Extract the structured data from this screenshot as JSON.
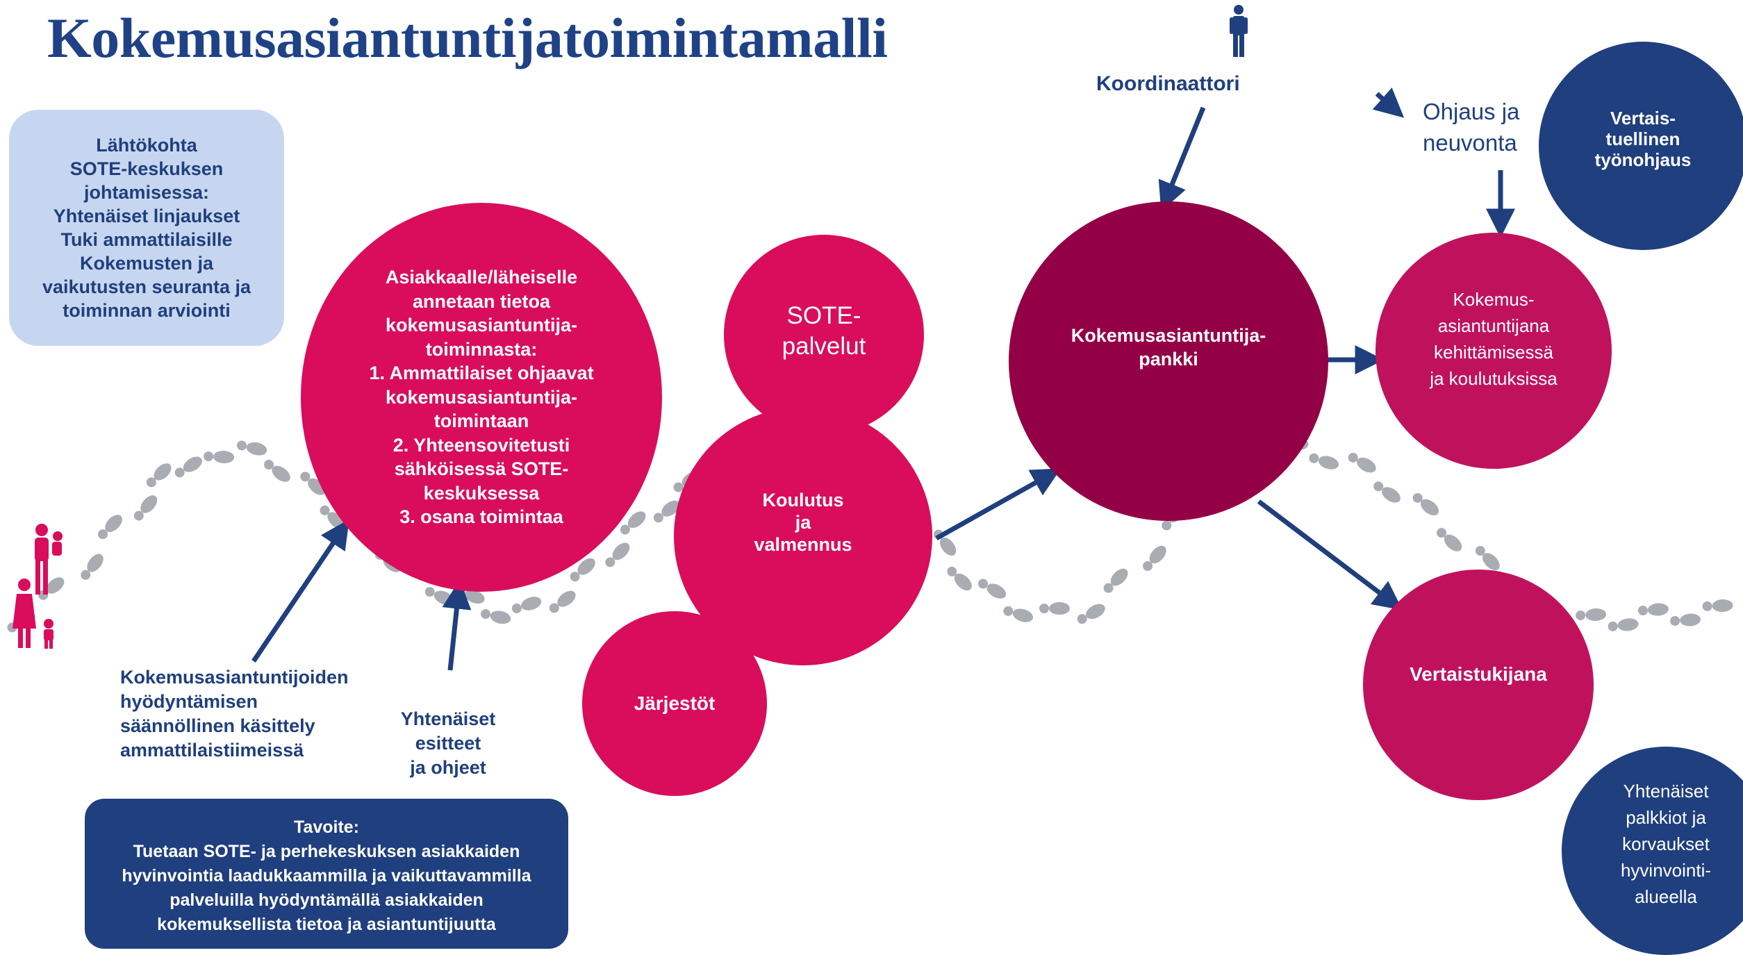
{
  "title": "Kokemusasiantuntijatoimintamalli",
  "colors": {
    "title_navy": "#1f4287",
    "navy": "#1f3f7e",
    "pink": "#d90d5b",
    "pink_dark": "#c0125c",
    "maroon": "#940046",
    "light_blue": "#c7d6f0",
    "footprints": "#a9acb3"
  },
  "icons": [
    "person-icon",
    "family-icon",
    "footprints-icon",
    "arrow-icon"
  ],
  "start_box": "Lähtökohta\nSOTE-keskuksen\njohtamisessa:\nYhtenäiset linjaukset\nTuki ammattilaisille\nKokemusten ja\nvaikutusten seuranta ja\ntoiminnan arviointi",
  "circles": {
    "info": "Asiakkaalle/läheiselle\nannetaan tietoa\nkokemusasiantuntija-\ntoiminnasta:\n1. Ammattilaiset ohjaavat\nkokemusasiantuntija-\ntoimintaan\n2.  Yhteensovitetusti\nsähköisessä SOTE-\nkeskuksessa\n3. osana toimintaa",
    "sote": "SOTE-\npalvelut",
    "training": "Koulutus\nja\nvalmennus",
    "organizations": "Järjestöt",
    "bank": "Kokemusasiantuntija-\npankki",
    "development": "Kokemus-\nasiantuntijana\nkehittämisessä\nja koulutuksissa",
    "peer_supervision": "Vertais-\ntuellinen\ntyönohjaus",
    "peer_support": "Vertaistukijana",
    "rewards": "Yhtenäiset\npalkkiot ja\nkorvaukset\nhyvinvointi-\nalueella"
  },
  "labels": {
    "coordinator": "Koordinaattori",
    "guidance": "Ohjaus ja\nneuvonta",
    "meetings": "Kokemusasiantuntijoiden\nhyödyntämisen\nsäännöllinen käsittely\nammattilaistiimeissä",
    "materials": "Yhtenäiset\nesitteet\nja ohjeet"
  },
  "goal_box": "Tavoite:\nTuetaan SOTE- ja perhekeskuksen asiakkaiden\nhyvinvointia laadukkaammilla ja vaikuttavammilla\npalveluilla hyödyntämällä asiakkaiden\nkokemuksellista tietoa ja asiantuntijuutta"
}
